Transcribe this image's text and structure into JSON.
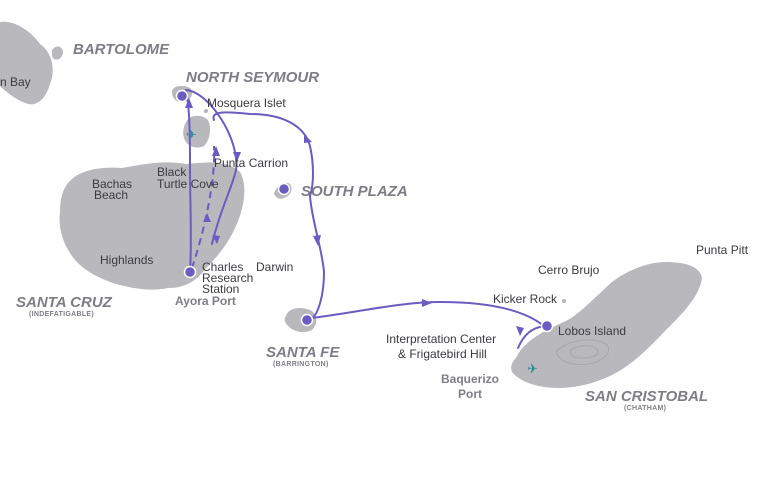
{
  "islands": {
    "bartolome": "BARTOLOME",
    "north_seymour": "NORTH SEYMOUR",
    "south_plaza": "SOUTH PLAZA",
    "santa_cruz": "SANTA CRUZ",
    "santa_cruz_alt": "(INDEFATIGABLE)",
    "santa_fe": "SANTA FE",
    "santa_fe_alt": "(BARRINGTON)",
    "san_cristobal": "SAN CRISTOBAL",
    "san_cristobal_alt": "(CHATHAM)"
  },
  "sites": {
    "bay_partial": "n Bay",
    "mosquera_islet": "Mosquera Islet",
    "punta_carrion": "Punta Carrion",
    "black_turtle_cove_1": "Black",
    "black_turtle_cove_2": "Turtle Cove",
    "bachas_beach_1": "Bachas",
    "bachas_beach_2": "Beach",
    "highlands": "Highlands",
    "charles_research_1": "Charles",
    "charles_research_2": "Research",
    "charles_research_3": "Station",
    "darwin": "Darwin",
    "punta_pitt": "Punta Pitt",
    "cerro_brujo": "Cerro Brujo",
    "kicker_rock": "Kicker Rock",
    "lobos_island": "Lobos Island",
    "interpretation_center_1": "Interpretation Center",
    "interpretation_center_2": "& Frigatebird Hill"
  },
  "ports": {
    "ayora_port": "Ayora Port",
    "baquerizo_1": "Baquerizo",
    "baquerizo_2": "Port"
  },
  "icons": {
    "airport": "airplane-icon"
  },
  "colors": {
    "land": "#b8b8bd",
    "route": "#6a5cc0",
    "island_label": "#7d7d86",
    "airport": "#2d8c9a"
  }
}
